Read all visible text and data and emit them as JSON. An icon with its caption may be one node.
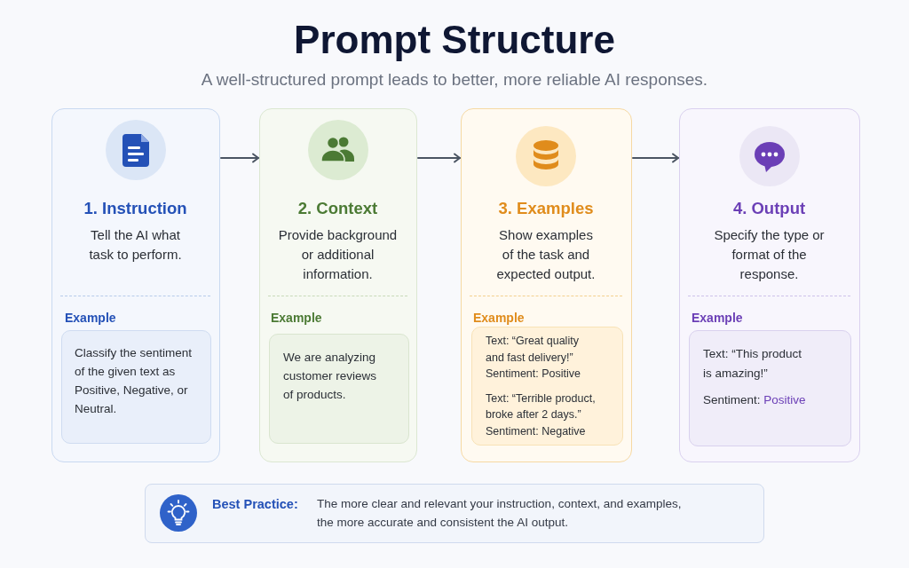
{
  "diagram": {
    "title": "Prompt Structure",
    "caption": "A well-structured prompt leads to better, more reliable AI responses.",
    "nodes": [
      {
        "text": [
          "1. Instruction",
          "Tell the AI what task to perform.",
          "Example"
        ]
      },
      {
        "text": [
          "Classify the sentiment of the given text as Positive, Negative, or Neutral."
        ],
        "in": 0
      },
      {
        "text": [
          "2. Context",
          "Provide background or additional information.",
          "Example"
        ]
      },
      {
        "text": [
          "We are analyzing customer reviews of products."
        ],
        "in": 2
      },
      {
        "text": [
          "3. Examples",
          "Show examples of the task and expected output.",
          "Example"
        ]
      },
      {
        "text": [
          "Text: “Great quality and fast delivery!”",
          "Sentiment: Positive",
          "Text: “Terrible product, broke after 2 days.”",
          "Sentiment: Negative"
        ],
        "in": 4
      },
      {
        "text": [
          "4. Output",
          "Specify the type or format of the response.",
          "Example"
        ]
      },
      {
        "text": [
          "Text: “This product is amazing!”",
          "Sentiment: **Positive**"
        ],
        "in": 6
      },
      {
        "text": [
          "Best Practice:",
          "The more clear and relevant your instruction, context, and examples, the more accurate and consistent the AI output."
        ]
      }
    ],
    "edges": [
      {
        "from": 0,
        "to": 2,
        "arrow": "to"
      },
      {
        "from": 2,
        "to": 4,
        "arrow": "to"
      },
      {
        "from": 4,
        "to": 6,
        "arrow": "to"
      }
    ]
  }
}
